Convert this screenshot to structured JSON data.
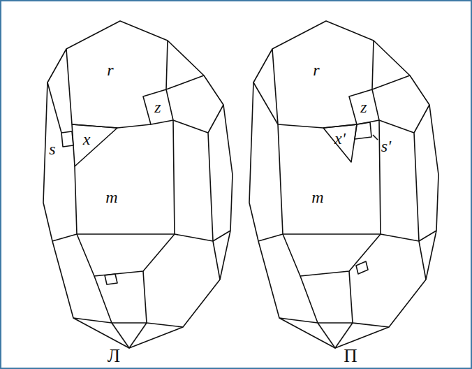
{
  "diagram": {
    "labels": [
      "r",
      "z",
      "s",
      "x",
      "m",
      "Л",
      "r",
      "z",
      "x'",
      "s'",
      "m",
      "П"
    ]
  }
}
